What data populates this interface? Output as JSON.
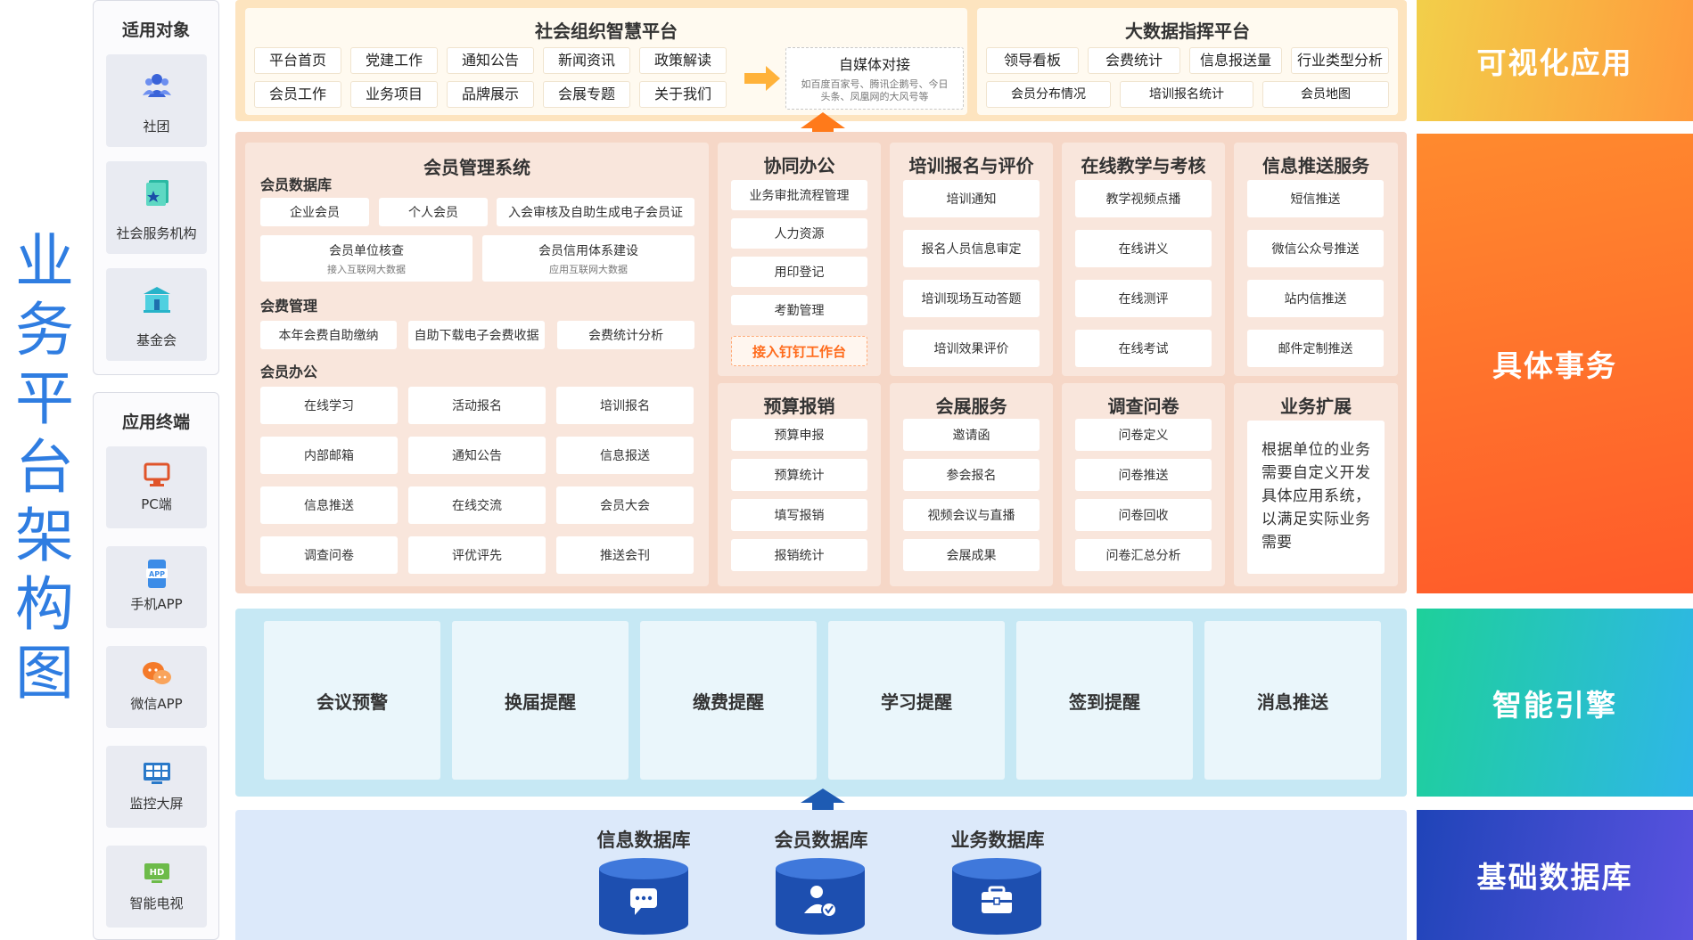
{
  "main_title": "业务平台架构图",
  "colors": {
    "title_blue": "#2f7de1",
    "band_visual": "#f8b13a",
    "band_affairs": "#ff6a2a",
    "band_engine": "#24c7a8",
    "band_db": "#2c55c8",
    "arrow_orange": "#ff7a1a",
    "arrow_blue": "#1e5bb3"
  },
  "targets": {
    "title": "适用对象",
    "items": [
      {
        "label": "社团",
        "icon": "people-group-icon"
      },
      {
        "label": "社会服务机构",
        "icon": "book-star-icon"
      },
      {
        "label": "基金会",
        "icon": "bank-icon"
      }
    ]
  },
  "terminals": {
    "title": "应用终端",
    "items": [
      {
        "label": "PC端",
        "icon": "monitor-icon"
      },
      {
        "label": "手机APP",
        "icon": "mobile-app-icon"
      },
      {
        "label": "微信APP",
        "icon": "wechat-icon"
      },
      {
        "label": "监控大屏",
        "icon": "dashboard-screen-icon"
      },
      {
        "label": "智能电视",
        "icon": "hd-tv-icon"
      }
    ]
  },
  "bands": [
    "可视化应用",
    "具体事务",
    "智能引擎",
    "基础数据库"
  ],
  "platform": {
    "title": "社会组织智慧平台",
    "row1": [
      "平台首页",
      "党建工作",
      "通知公告",
      "新闻资讯",
      "政策解读"
    ],
    "row2": [
      "会员工作",
      "业务项目",
      "品牌展示",
      "会展专题",
      "关于我们"
    ],
    "media_title": "自媒体对接",
    "media_desc": "如百度百家号、腾讯企鹅号、今日头条、凤凰网的大风号等"
  },
  "bigdata": {
    "title": "大数据指挥平台",
    "row1": [
      "领导看板",
      "会费统计",
      "信息报送量",
      "行业类型分析"
    ],
    "row2": [
      "会员分布情况",
      "培训报名统计",
      "会员地图"
    ]
  },
  "member_sys": {
    "title": "会员管理系统",
    "db_title": "会员数据库",
    "db_row1": [
      "企业会员",
      "个人会员",
      "入会审核及自助生成电子会员证"
    ],
    "db_row2": [
      {
        "label": "会员单位核查",
        "sub": "接入互联网大数据"
      },
      {
        "label": "会员信用体系建设",
        "sub": "应用互联网大数据"
      }
    ],
    "fee_title": "会费管理",
    "fee_items": [
      "本年会费自助缴纳",
      "自助下载电子会费收据",
      "会费统计分析"
    ],
    "office_title": "会员办公",
    "office_items": [
      "在线学习",
      "活动报名",
      "培训报名",
      "内部邮箱",
      "通知公告",
      "信息报送",
      "信息推送",
      "在线交流",
      "会员大会",
      "调查问卷",
      "评优评先",
      "推送会刊"
    ]
  },
  "collab": {
    "title": "协同办公",
    "items": [
      "业务审批流程管理",
      "人力资源",
      "用印登记",
      "考勤管理"
    ],
    "dingtalk": "接入钉钉工作台"
  },
  "training": {
    "title": "培训报名与评价",
    "items": [
      "培训通知",
      "报名人员信息审定",
      "培训现场互动答题",
      "培训效果评价"
    ]
  },
  "teaching": {
    "title": "在线教学与考核",
    "items": [
      "教学视频点播",
      "在线讲义",
      "在线测评",
      "在线考试"
    ]
  },
  "push": {
    "title": "信息推送服务",
    "items": [
      "短信推送",
      "微信公众号推送",
      "站内信推送",
      "邮件定制推送"
    ]
  },
  "budget": {
    "title": "预算报销",
    "items": [
      "预算申报",
      "预算统计",
      "填写报销",
      "报销统计"
    ]
  },
  "expo": {
    "title": "会展服务",
    "items": [
      "邀请函",
      "参会报名",
      "视频会议与直播",
      "会展成果"
    ]
  },
  "survey": {
    "title": "调查问卷",
    "items": [
      "问卷定义",
      "问卷推送",
      "问卷回收",
      "问卷汇总分析"
    ]
  },
  "extend": {
    "title": "业务扩展",
    "text": "根据单位的业务需要自定义开发具体应用系统，以满足实际业务需要"
  },
  "engine": [
    "会议预警",
    "换届提醒",
    "缴费提醒",
    "学习提醒",
    "签到提醒",
    "消息推送"
  ],
  "databases": [
    {
      "label": "信息数据库",
      "icon": "chat-bubbles-icon"
    },
    {
      "label": "会员数据库",
      "icon": "user-check-icon"
    },
    {
      "label": "业务数据库",
      "icon": "briefcase-icon"
    }
  ]
}
